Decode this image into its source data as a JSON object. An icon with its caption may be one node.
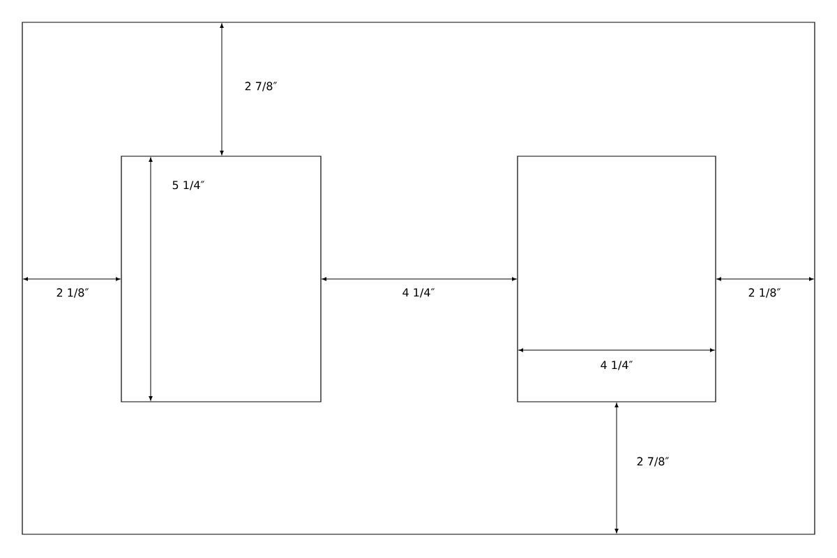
{
  "diagram": {
    "nodes": [
      {
        "text": [],
        "shape": "box"
      },
      {
        "text": [],
        "shape": "box",
        "in": 0
      },
      {
        "text": [],
        "shape": "box",
        "in": 0
      }
    ],
    "labels": [
      "2 7/8″",
      "5 1/4″",
      "2 1/8″",
      "4 1/4″",
      "2 1/8″",
      "4 1/4″",
      "2 7/8″"
    ]
  }
}
